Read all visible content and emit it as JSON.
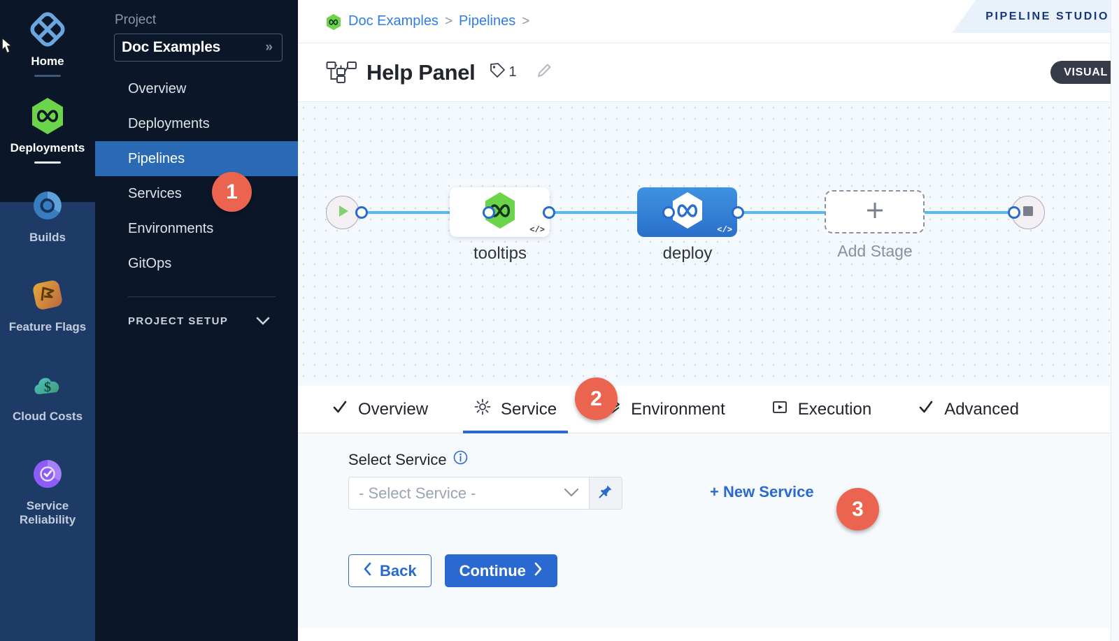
{
  "rail": {
    "items": [
      {
        "label": "Home",
        "icon": "home-diamond-icon",
        "active": true,
        "underline": "bright"
      },
      {
        "label": "Deployments",
        "icon": "deployments-hexagon-icon",
        "active": true,
        "underline": "bright"
      },
      {
        "label": "Builds",
        "icon": "builds-icon",
        "active": false,
        "underline": "none"
      },
      {
        "label": "Feature Flags",
        "icon": "feature-flags-icon",
        "active": false,
        "underline": "none"
      },
      {
        "label": "Cloud Costs",
        "icon": "cloud-costs-icon",
        "active": false,
        "underline": "none"
      },
      {
        "label": "Service Reliability",
        "icon": "service-reliability-icon",
        "active": false,
        "underline": "none"
      }
    ],
    "cursor_icon": "pointer-cursor-icon"
  },
  "sidebar": {
    "project_label": "Project",
    "project_name": "Doc Examples",
    "project_expand_icon": "double-chevron-right-icon",
    "items": [
      {
        "label": "Overview",
        "active": false
      },
      {
        "label": "Deployments",
        "active": false
      },
      {
        "label": "Pipelines",
        "active": true
      },
      {
        "label": "Services",
        "active": false
      },
      {
        "label": "Environments",
        "active": false
      },
      {
        "label": "GitOps",
        "active": false
      }
    ],
    "setup_label": "PROJECT SETUP",
    "setup_chevron_icon": "chevron-down-icon"
  },
  "breadcrumb": {
    "project_icon": "harness-hexagon-icon",
    "items": [
      "Doc Examples",
      "Pipelines"
    ],
    "separator": ">"
  },
  "ribbon": {
    "text": "PIPELINE STUDIO"
  },
  "header": {
    "pipeline_icon": "pipeline-nodes-icon",
    "title": "Help Panel",
    "tag_icon": "tag-icon",
    "tag_count": "1",
    "edit_icon": "pencil-edit-icon",
    "mode_badge": "VISUAL"
  },
  "canvas": {
    "start_icon": "play-triangle-icon",
    "end_icon": "stop-square-icon",
    "nodes": [
      {
        "name": "tooltips",
        "kind": "white",
        "icon": "harness-hexagon-green-icon",
        "code_badge": "</>"
      },
      {
        "name": "deploy",
        "kind": "blue",
        "icon": "harness-hexagon-white-icon",
        "code_badge": "</>"
      }
    ],
    "add_stage_label": "Add Stage",
    "add_stage_icon": "plus-icon"
  },
  "tabs": [
    {
      "label": "Overview",
      "icon": "check-icon",
      "active": false
    },
    {
      "label": "Service",
      "icon": "gear-icon",
      "active": true
    },
    {
      "label": "Environment",
      "icon": "layers-icon",
      "active": false
    },
    {
      "label": "Execution",
      "icon": "play-box-icon",
      "active": false
    },
    {
      "label": "Advanced",
      "icon": "check-icon",
      "active": false
    }
  ],
  "form": {
    "field_label": "Select Service",
    "info_icon": "info-circle-icon",
    "select_placeholder": "- Select Service -",
    "select_chevron_icon": "chevron-down-icon",
    "pin_icon": "pin-icon",
    "new_service_label": "+ New Service",
    "back_label": "Back",
    "back_icon": "chevron-left-icon",
    "continue_label": "Continue",
    "continue_icon": "chevron-right-icon"
  },
  "callouts": [
    {
      "number": "1"
    },
    {
      "number": "2"
    },
    {
      "number": "3"
    }
  ],
  "colors": {
    "accent_blue": "#2a6ad0",
    "callout_orange": "#eb6450",
    "rail_dark": "#0b1728",
    "rail_blue": "#1e3a66",
    "sidebar_active": "#2a6ab5"
  }
}
